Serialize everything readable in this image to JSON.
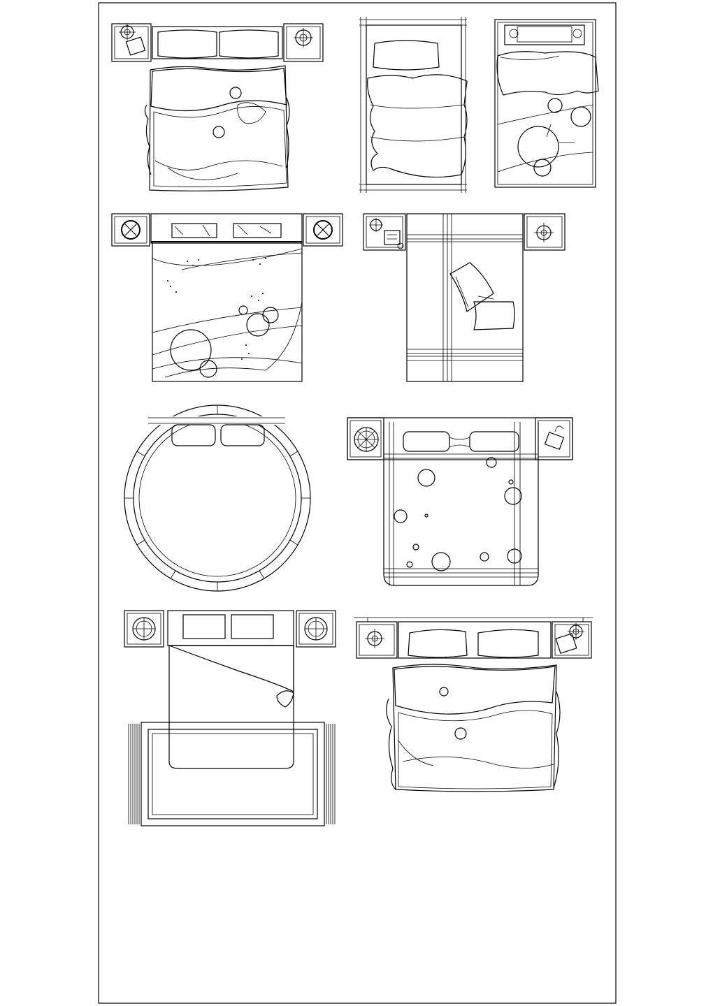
{
  "drawing": {
    "kind": "cad-bed-plan-sheet",
    "line_color": "#000000",
    "paper_color": "#ffffff",
    "blocks": [
      {
        "id": "double-bed-quilt-1",
        "label": ""
      },
      {
        "id": "single-bed-1",
        "label": ""
      },
      {
        "id": "single-bed-2",
        "label": ""
      },
      {
        "id": "double-bed-wave",
        "label": ""
      },
      {
        "id": "double-bed-striped",
        "label": ""
      },
      {
        "id": "round-bed",
        "label": ""
      },
      {
        "id": "double-bed-bubbles",
        "label": ""
      },
      {
        "id": "bed-with-rug",
        "label": ""
      },
      {
        "id": "double-bed-quilt-2",
        "label": ""
      }
    ]
  }
}
